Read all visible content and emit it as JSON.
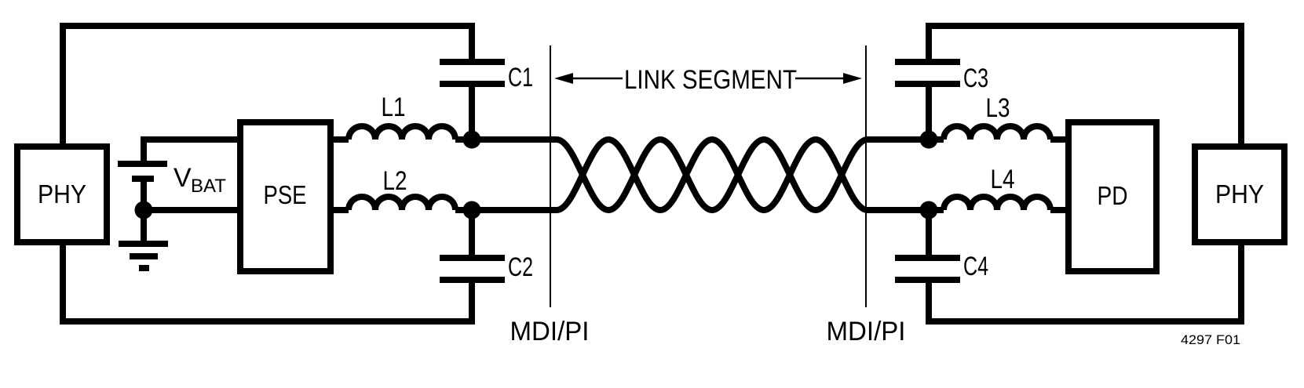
{
  "figure": {
    "colors": {
      "ink": "#000000",
      "background": "#ffffff"
    },
    "blocks": {
      "phy_left": "PHY",
      "pse": "PSE",
      "pd": "PD",
      "phy_right": "PHY"
    },
    "battery": {
      "v": "V",
      "subscript": "BAT"
    },
    "inductors": {
      "l1": "L1",
      "l2": "L2",
      "l3": "L3",
      "l4": "L4"
    },
    "capacitors": {
      "c1": "C1",
      "c2": "C2",
      "c3": "C3",
      "c4": "C4"
    },
    "link_segment_label": "LINK SEGMENT",
    "mdi_pi_left": "MDI/PI",
    "mdi_pi_right": "MDI/PI",
    "figure_ref": "4297 F01"
  }
}
